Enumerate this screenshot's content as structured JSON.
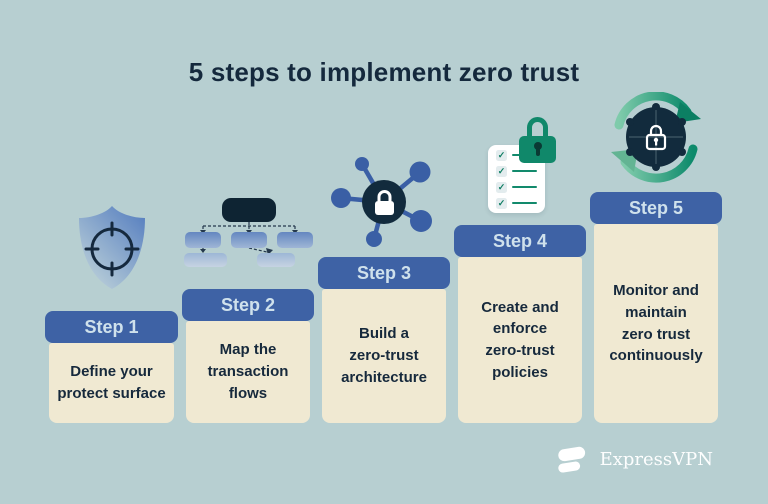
{
  "title": "5 steps to implement zero trust",
  "steps": [
    {
      "label": "Step 1",
      "description": "Define your\nprotect surface",
      "icon": "target-shield-icon"
    },
    {
      "label": "Step 2",
      "description": "Map the\ntransaction\nflows",
      "icon": "flowchart-icon"
    },
    {
      "label": "Step 3",
      "description": "Build a\nzero-trust\narchitecture",
      "icon": "network-lock-icon"
    },
    {
      "label": "Step 4",
      "description": "Create and\nenforce\nzero-trust\npolicies",
      "icon": "checklist-lock-icon"
    },
    {
      "label": "Step 5",
      "description": "Monitor and\nmaintain\nzero trust\ncontinuously",
      "icon": "sync-lock-icon"
    }
  ],
  "brand": {
    "name": "ExpressVPN"
  },
  "colors": {
    "background": "#b7cfd1",
    "card": "#f0e9d2",
    "step_header": "#3e62a5",
    "step_header_text": "#cfe1ec",
    "heading_text": "#15293d",
    "body_text": "#16293c",
    "icon_navy": "#122b3d",
    "icon_blue": "#3a5fa5",
    "icon_green": "#10886a",
    "icon_light_green": "#7fcbab",
    "shield_blue": "#5d84c1",
    "logo_white": "#ffffff"
  }
}
